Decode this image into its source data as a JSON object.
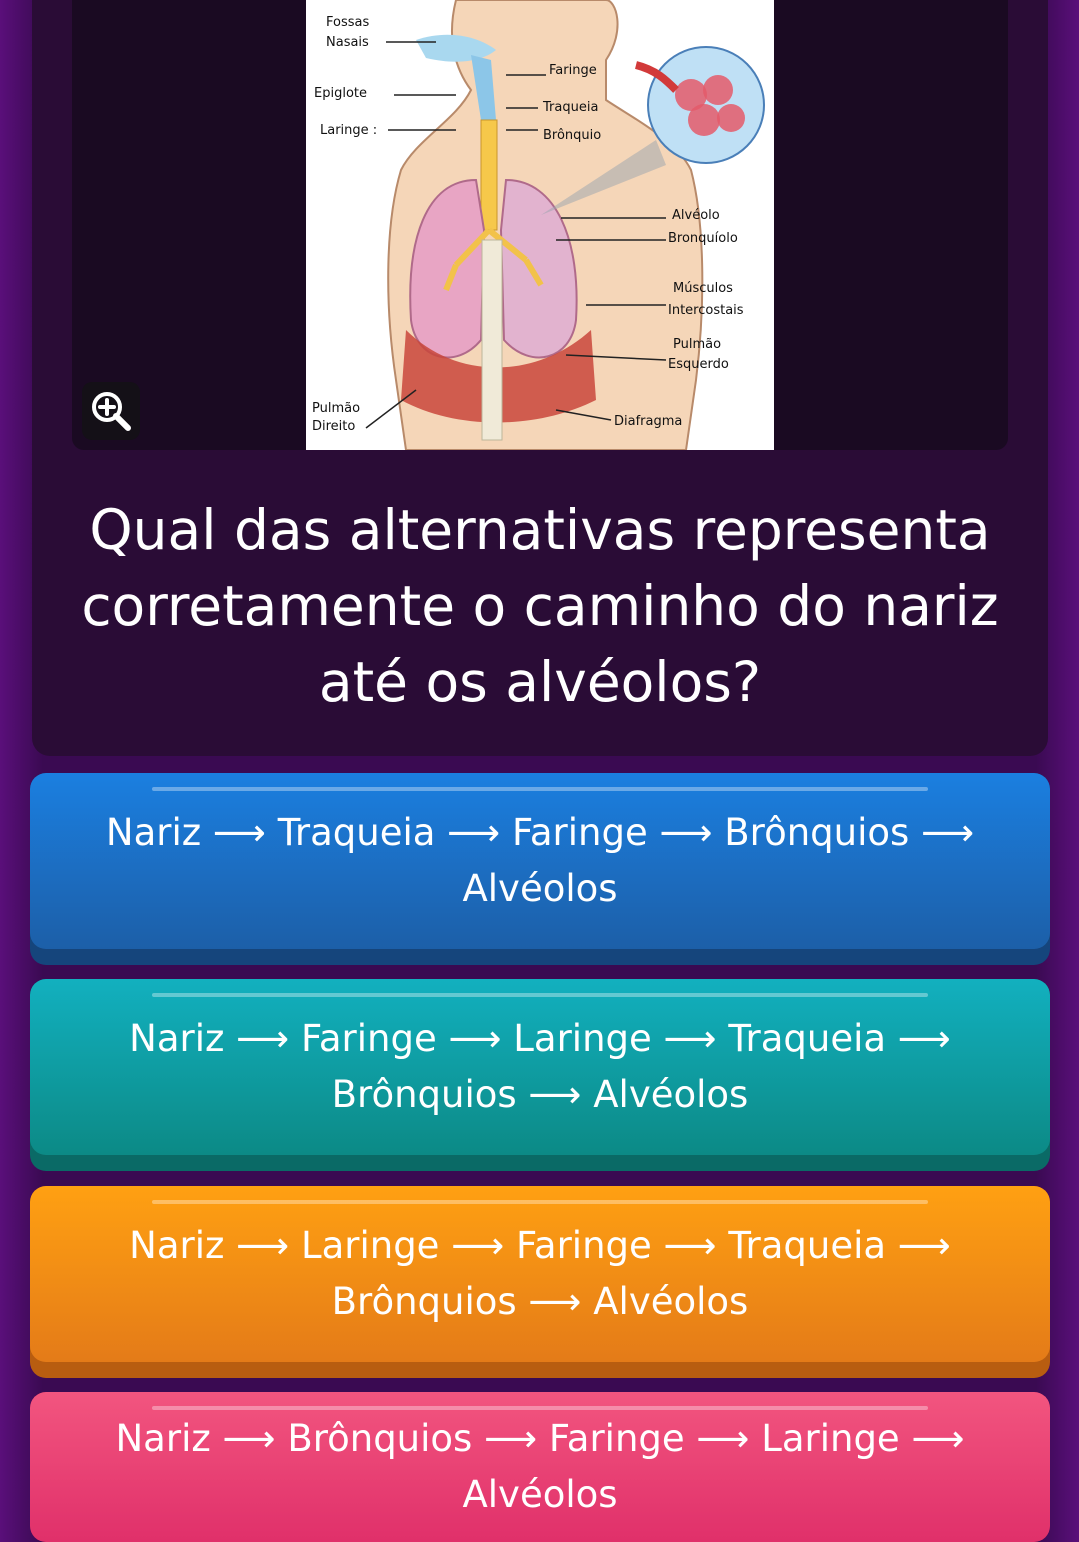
{
  "question": {
    "text": "Qual das alternativas representa corretamente o caminho do nariz até os alvéolos?"
  },
  "zoom_button": {
    "icon": "zoom-in-icon"
  },
  "diagram": {
    "labels": {
      "fossas_nasais_1": "Fossas",
      "fossas_nasais_2": "Nasais",
      "faringe": "Faringe",
      "epiglote": "Epiglote",
      "traqueia": "Traqueia",
      "laringe": "Laringe :",
      "bronquio": "Brônquio",
      "alveolo": "Alvéolo",
      "bronquiolo": "Bronquíolo",
      "musculos_1": "Músculos",
      "musculos_2": "Intercostais",
      "pulmao_esq_1": "Pulmão",
      "pulmao_esq_2": "Esquerdo",
      "pulmao_dir_1": "Pulmão",
      "pulmao_dir_2": "Direito",
      "diafragma": "Diafragma"
    }
  },
  "answers": [
    {
      "text": "Nariz ⟶ Traqueia ⟶ Faringe ⟶ Brônquios ⟶ Alvéolos",
      "color_top": "#1b7fe0",
      "color_bottom": "#1c5fa8",
      "shadow": "#15457c"
    },
    {
      "text": "Nariz ⟶ Faringe ⟶ Laringe ⟶ Traqueia ⟶ Brônquios ⟶ Alvéolos",
      "color_top": "#12b0bf",
      "color_bottom": "#0c8a86",
      "shadow": "#0a6a66"
    },
    {
      "text": "Nariz ⟶ Laringe ⟶ Faringe ⟶ Traqueia ⟶ Brônquios ⟶ Alvéolos",
      "color_top": "#ffa012",
      "color_bottom": "#e47b18",
      "shadow": "#b85d10"
    },
    {
      "text": "Nariz ⟶ Brônquios ⟶ Faringe ⟶ Laringe ⟶ Alvéolos",
      "color_top": "#f2557f",
      "color_bottom": "#e0306a",
      "shadow": "#b0234f"
    }
  ]
}
